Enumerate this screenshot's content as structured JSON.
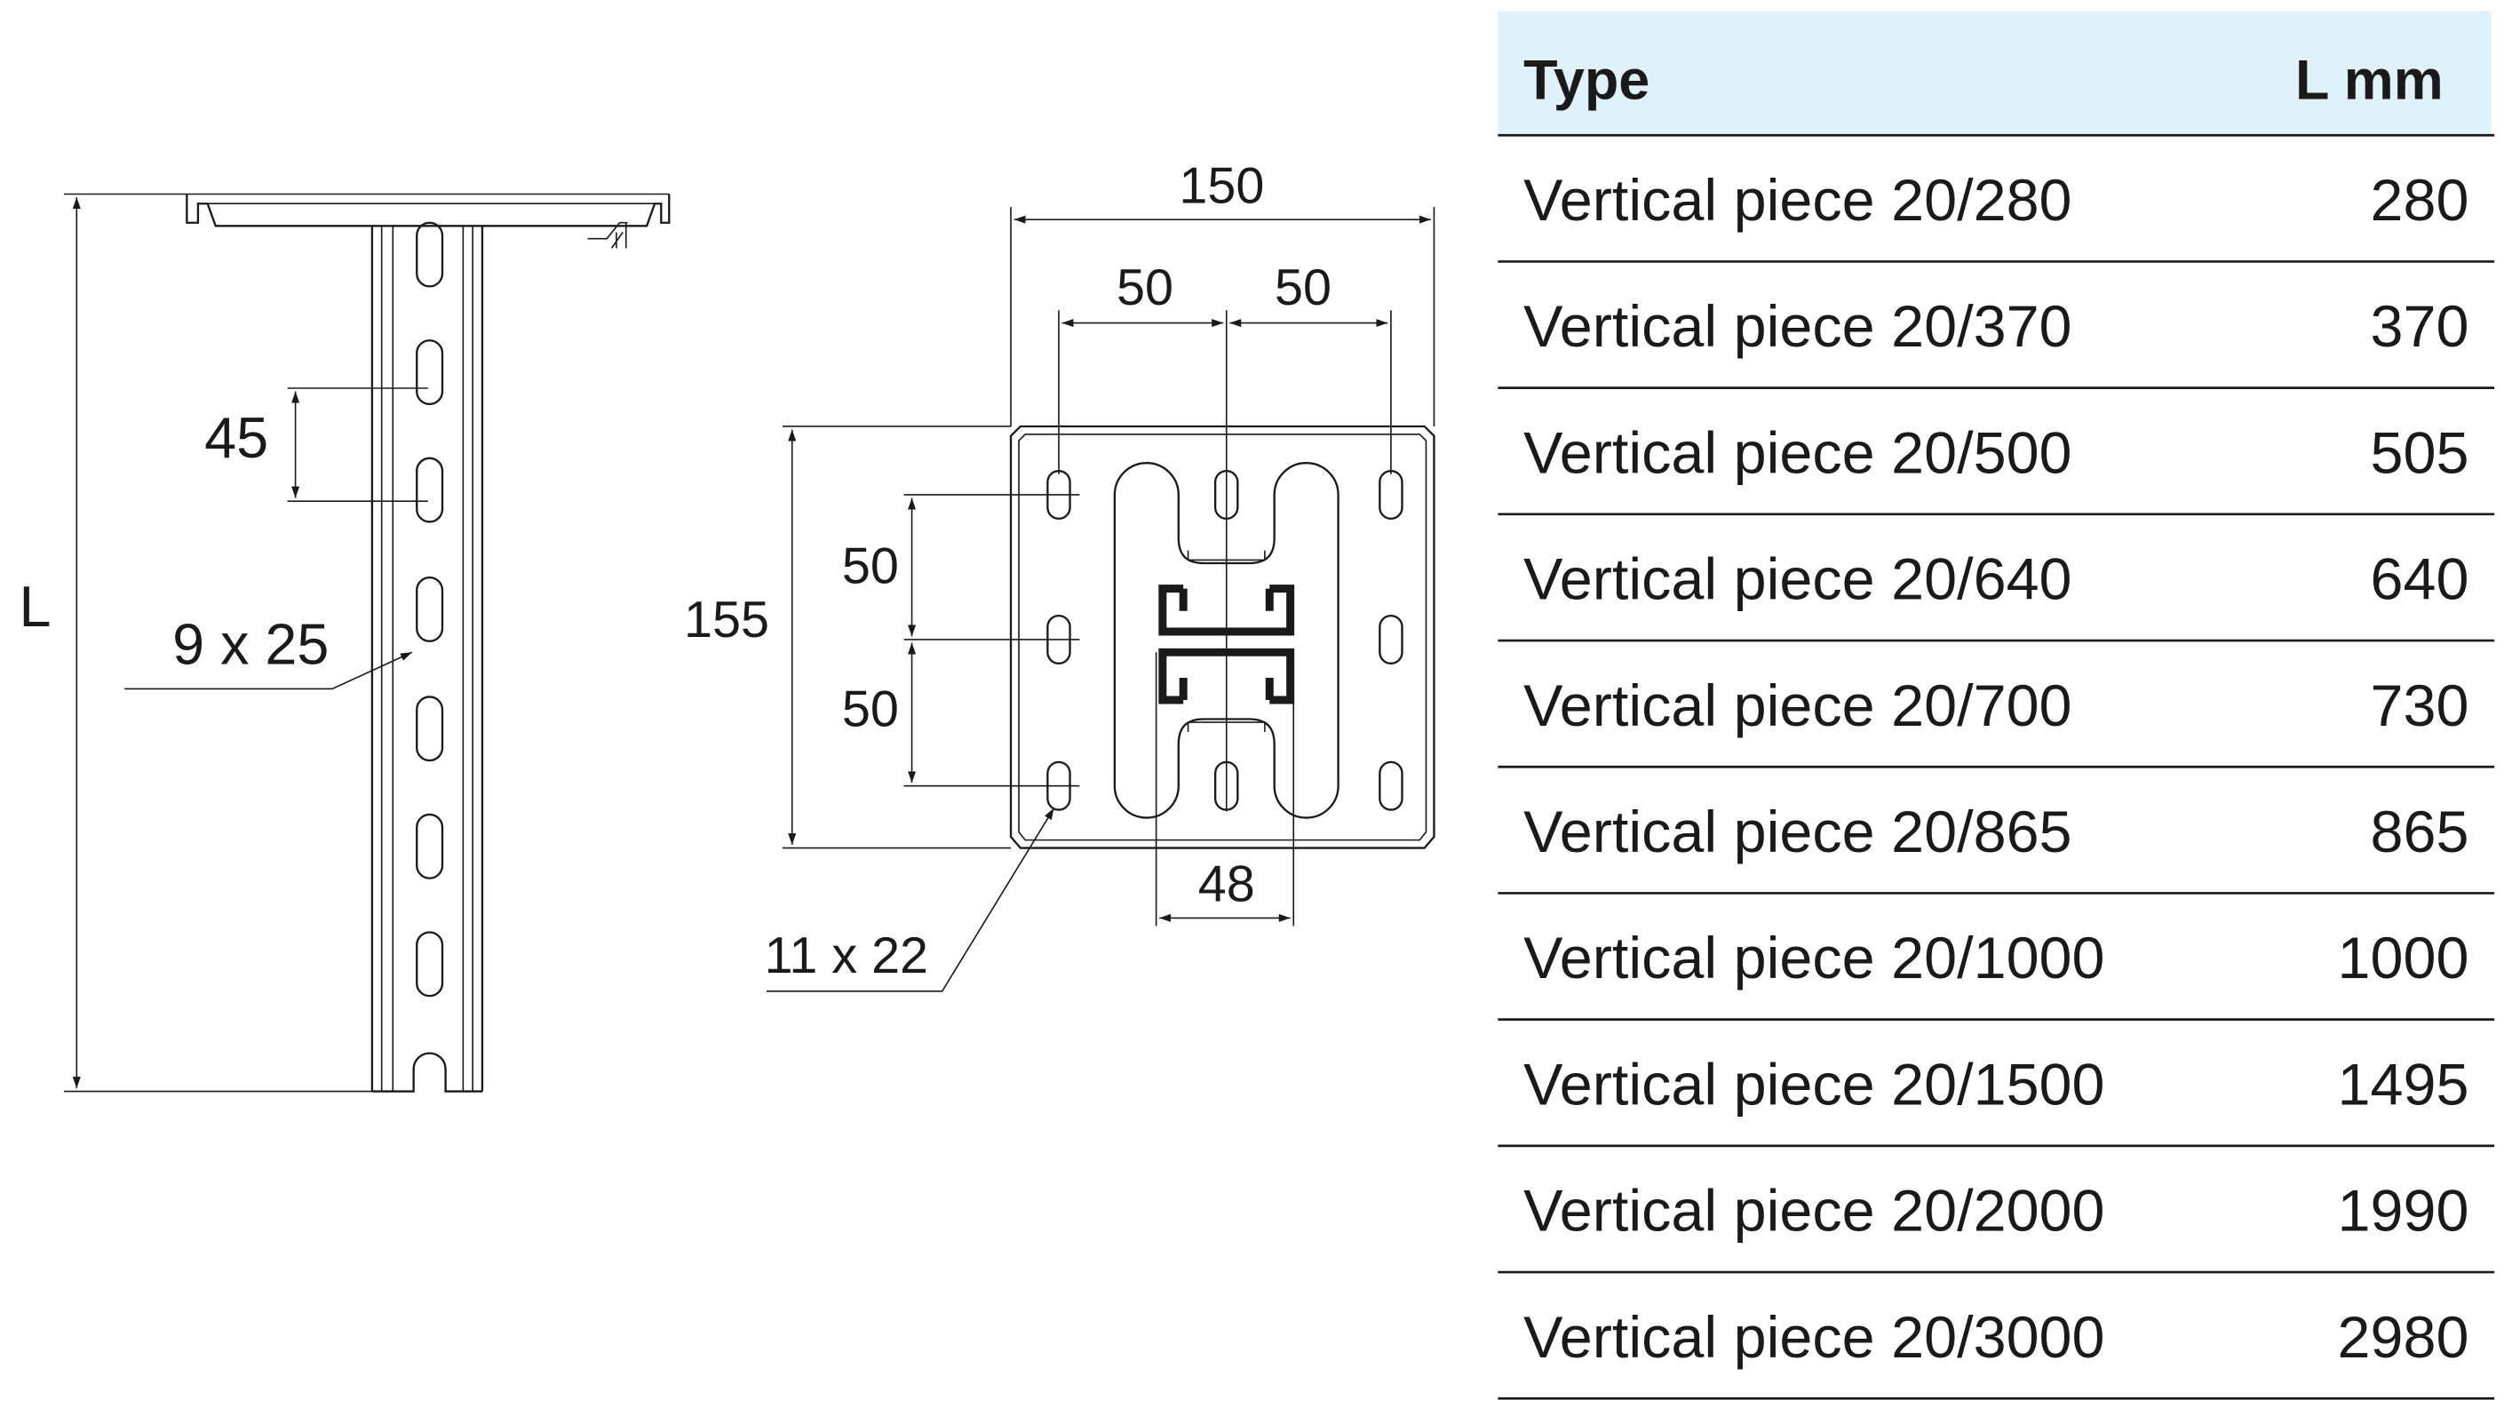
{
  "dimensions": {
    "length_symbol": "L",
    "slot_pitch": "45",
    "slot_size_vertical_piece": "9 x 25",
    "plate_width": "150",
    "hole_spacing_horizontal_left": "50",
    "hole_spacing_horizontal_right": "50",
    "plate_height": "155",
    "hole_spacing_vertical_upper": "50",
    "hole_spacing_vertical_lower": "50",
    "profile_width": "48",
    "slot_size_plate": "11 x 22"
  },
  "table": {
    "header": {
      "type": "Type",
      "length": "L mm"
    },
    "header_background": "#dff2f9",
    "rows": [
      {
        "type": "Vertical piece 20/280",
        "length": "280"
      },
      {
        "type": "Vertical piece 20/370",
        "length": "370"
      },
      {
        "type": "Vertical piece 20/500",
        "length": "505"
      },
      {
        "type": "Vertical piece 20/640",
        "length": "640"
      },
      {
        "type": "Vertical piece 20/700",
        "length": "730"
      },
      {
        "type": "Vertical piece 20/865",
        "length": "865"
      },
      {
        "type": "Vertical piece 20/1000",
        "length": "1000"
      },
      {
        "type": "Vertical piece 20/1500",
        "length": "1495"
      },
      {
        "type": "Vertical piece 20/2000",
        "length": "1990"
      },
      {
        "type": "Vertical piece 20/3000",
        "length": "2980"
      }
    ]
  }
}
